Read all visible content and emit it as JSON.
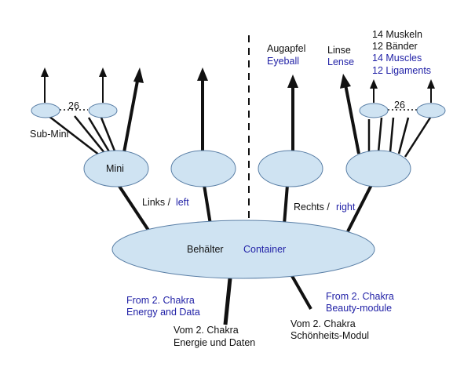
{
  "colors": {
    "ellipse_fill": "#cfe3f2",
    "ellipse_stroke": "#5a7fa6",
    "line": "#111111",
    "english_text": "#1f1fa6",
    "german_text": "#111111"
  },
  "labels": {
    "container_de": "Behälter",
    "container_en": "Container",
    "mini": "Mini",
    "sub_mini": "Sub-Mini",
    "count_left": "26",
    "count_right": "26",
    "left_de": "Links /",
    "left_en": "left",
    "right_de": "Rechts /",
    "right_en": "right",
    "eyeball_de": "Augapfel",
    "eyeball_en": "Eyeball",
    "lens_de": "Linse",
    "lens_en": "Lense",
    "muscles_de": "14 Muskeln",
    "ligaments_de": "12 Bänder",
    "muscles_en": "14 Muscles",
    "ligaments_en": "12 Ligaments",
    "from_left_line1": "From 2. Chakra",
    "from_left_line2": "Energy and Data",
    "vom_left_line1": "Vom 2. Chakra",
    "vom_left_line2": "Energie und Daten",
    "from_right_line1": "From 2. Chakra",
    "from_right_line2": "Beauty-module",
    "vom_right_line1": "Vom 2. Chakra",
    "vom_right_line2": "Schönheits-Modul"
  }
}
